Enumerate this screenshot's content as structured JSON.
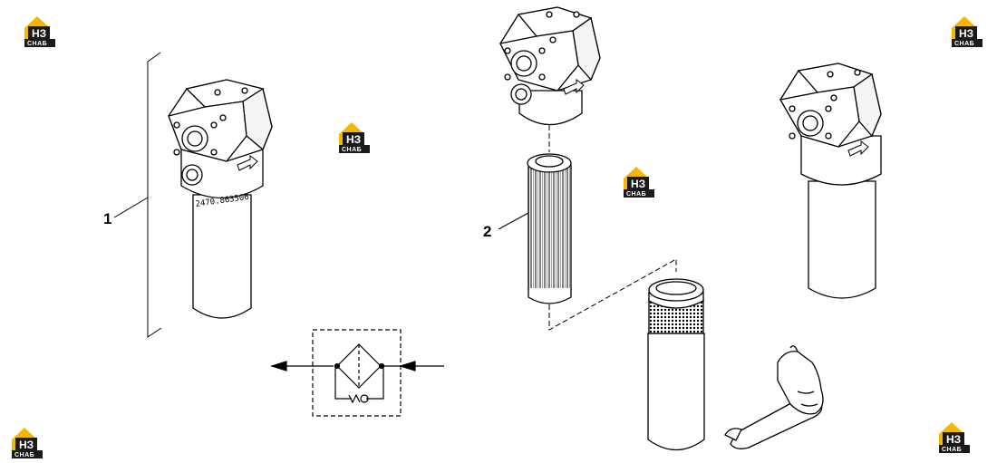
{
  "callouts": {
    "item1": "1",
    "item2": "2"
  },
  "housing_stamp": "2470.863506",
  "watermark": {
    "top": "НЗ",
    "bottom": "СНАБ"
  },
  "colors": {
    "line": "#000000",
    "logo_gold": "#f2b800",
    "logo_dark": "#1a1a1a"
  }
}
